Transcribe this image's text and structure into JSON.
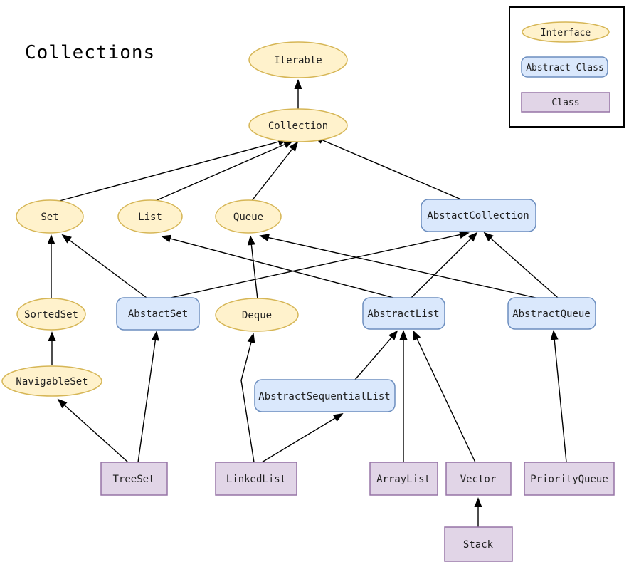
{
  "title": "Collections",
  "legend": {
    "interface_label": "Interface",
    "abstract_class_label": "Abstract Class",
    "class_label": "Class"
  },
  "colors": {
    "interface_fill": "#FFF2CC",
    "interface_stroke": "#D6B656",
    "abstract_class_fill": "#DAE8FC",
    "abstract_class_stroke": "#6C8EBF",
    "class_fill": "#E1D5E7",
    "class_stroke": "#9673A6",
    "edge": "#000000",
    "background": "#FFFFFF"
  },
  "nodes": {
    "iterable": {
      "label": "Iterable",
      "type": "interface"
    },
    "collection": {
      "label": "Collection",
      "type": "interface"
    },
    "set": {
      "label": "Set",
      "type": "interface"
    },
    "list": {
      "label": "List",
      "type": "interface"
    },
    "queue": {
      "label": "Queue",
      "type": "interface"
    },
    "sortedset": {
      "label": "SortedSet",
      "type": "interface"
    },
    "deque": {
      "label": "Deque",
      "type": "interface"
    },
    "navigableset": {
      "label": "NavigableSet",
      "type": "interface"
    },
    "abstactcollection": {
      "label": "AbstactCollection",
      "type": "abstract-class"
    },
    "abstactset": {
      "label": "AbstactSet",
      "type": "abstract-class"
    },
    "abstractlist": {
      "label": "AbstractList",
      "type": "abstract-class"
    },
    "abstractqueue": {
      "label": "AbstractQueue",
      "type": "abstract-class"
    },
    "abstractsequentiallist": {
      "label": "AbstractSequentialList",
      "type": "abstract-class"
    },
    "treeset": {
      "label": "TreeSet",
      "type": "class"
    },
    "linkedlist": {
      "label": "LinkedList",
      "type": "class"
    },
    "arraylist": {
      "label": "ArrayList",
      "type": "class"
    },
    "vector": {
      "label": "Vector",
      "type": "class"
    },
    "priorityqueue": {
      "label": "PriorityQueue",
      "type": "class"
    },
    "stack": {
      "label": "Stack",
      "type": "class"
    }
  },
  "edges": [
    {
      "from": "Collection",
      "to": "Iterable"
    },
    {
      "from": "Set",
      "to": "Collection"
    },
    {
      "from": "List",
      "to": "Collection"
    },
    {
      "from": "Queue",
      "to": "Collection"
    },
    {
      "from": "AbstactCollection",
      "to": "Collection"
    },
    {
      "from": "SortedSet",
      "to": "Set"
    },
    {
      "from": "AbstactSet",
      "to": "Set"
    },
    {
      "from": "AbstactSet",
      "to": "AbstactCollection"
    },
    {
      "from": "AbstractList",
      "to": "List"
    },
    {
      "from": "AbstractList",
      "to": "AbstactCollection"
    },
    {
      "from": "AbstractQueue",
      "to": "Queue"
    },
    {
      "from": "AbstractQueue",
      "to": "AbstactCollection"
    },
    {
      "from": "Deque",
      "to": "Queue"
    },
    {
      "from": "NavigableSet",
      "to": "SortedSet"
    },
    {
      "from": "TreeSet",
      "to": "NavigableSet"
    },
    {
      "from": "TreeSet",
      "to": "AbstactSet"
    },
    {
      "from": "LinkedList",
      "to": "Deque"
    },
    {
      "from": "LinkedList",
      "to": "AbstractSequentialList"
    },
    {
      "from": "AbstractSequentialList",
      "to": "AbstractList"
    },
    {
      "from": "ArrayList",
      "to": "AbstractList"
    },
    {
      "from": "Vector",
      "to": "AbstractList"
    },
    {
      "from": "PriorityQueue",
      "to": "AbstractQueue"
    },
    {
      "from": "Stack",
      "to": "Vector"
    }
  ]
}
